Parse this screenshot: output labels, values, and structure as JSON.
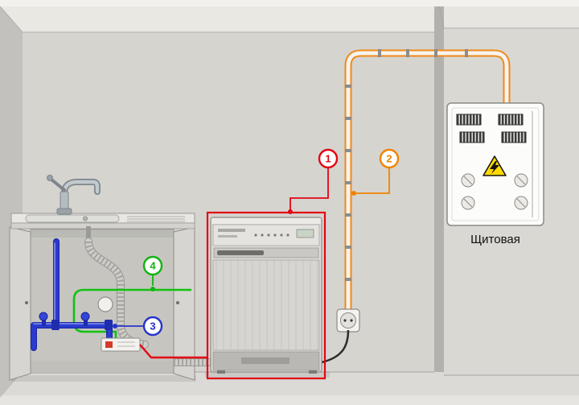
{
  "labels": {
    "panel_room": "Щитовая"
  },
  "callouts": {
    "c1": {
      "number": "1",
      "color": "#e30613"
    },
    "c2": {
      "number": "2",
      "color": "#f08300"
    },
    "c3": {
      "number": "3",
      "color": "#2733cc"
    },
    "c4": {
      "number": "4",
      "color": "#12b412"
    }
  },
  "palette": {
    "conduit_orange": "#ef8a1a",
    "pipe_blue": "#2b3bd0",
    "wire_green": "#12c112",
    "cable_red": "#e30613",
    "warning_yellow": "#ffd900"
  }
}
